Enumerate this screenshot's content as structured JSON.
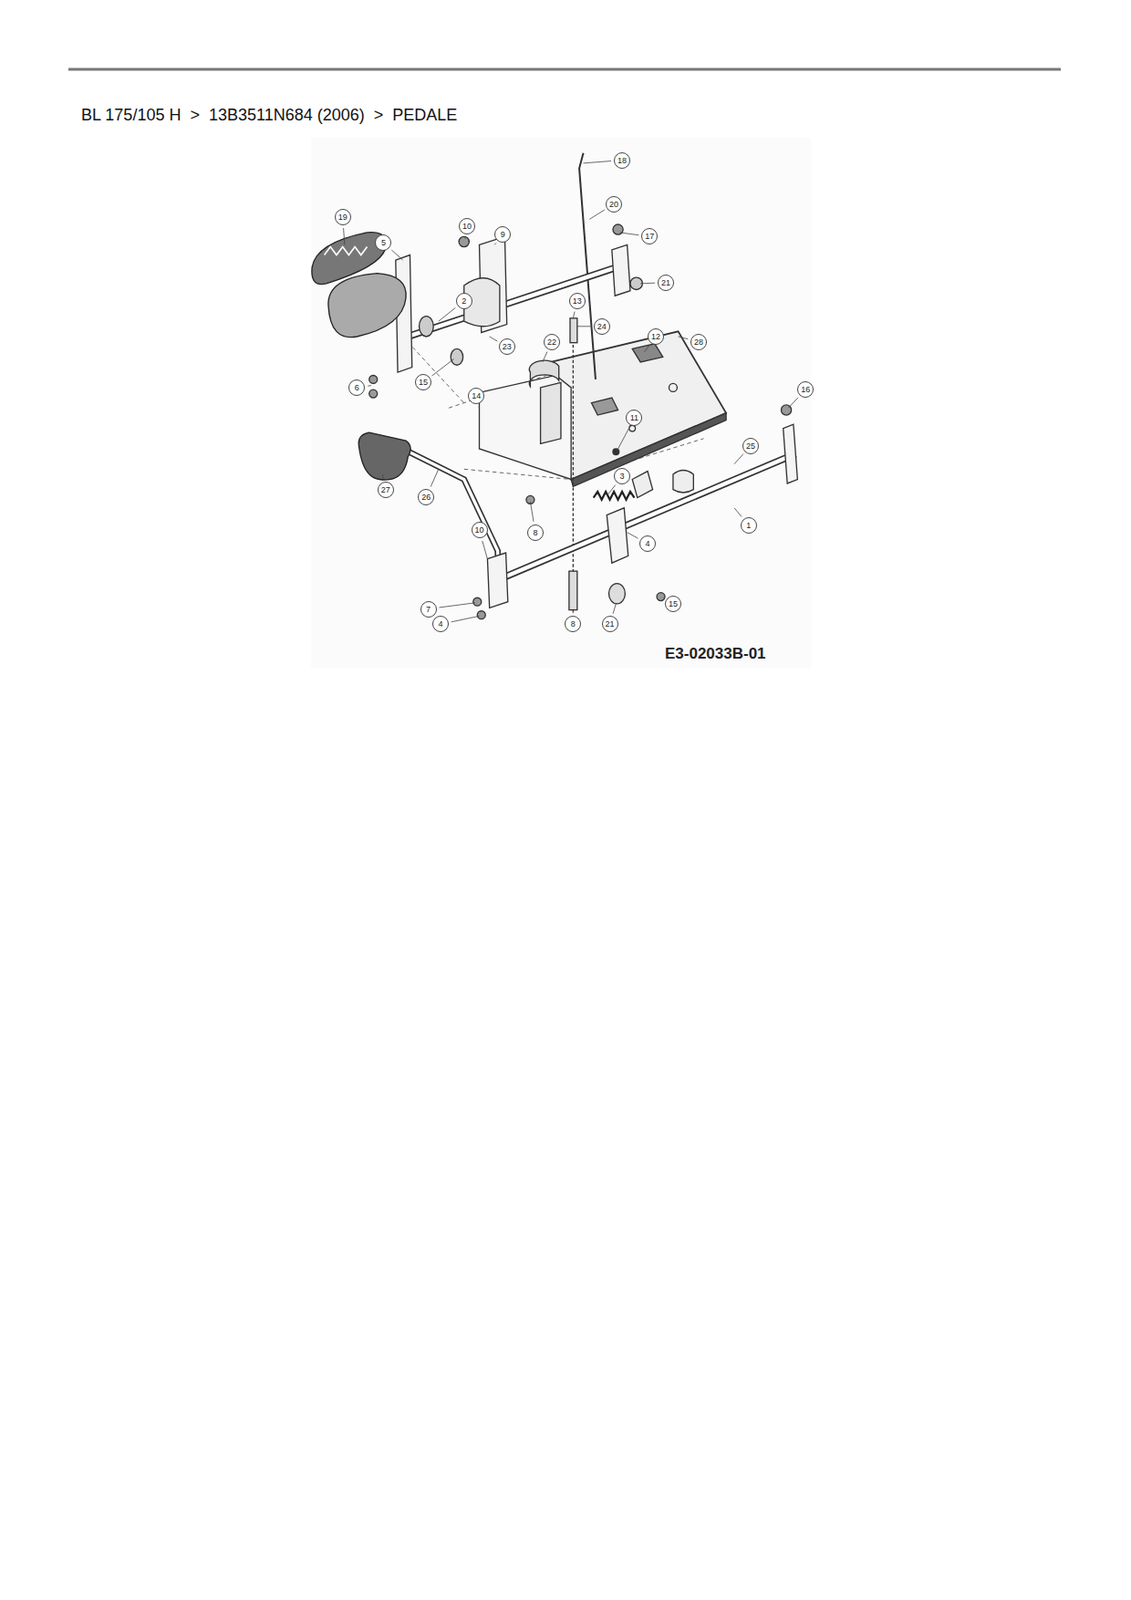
{
  "diagram": {
    "title": "BL 175/105 H  >  13B3511N684 (2006)  >  PEDALE",
    "labels": [
      "18",
      "20",
      "17",
      "19",
      "5",
      "10",
      "9",
      "21",
      "2",
      "23",
      "22",
      "24",
      "13",
      "12",
      "28",
      "6",
      "15",
      "14",
      "11",
      "16",
      "25",
      "3",
      "27",
      "26",
      "1",
      "10",
      "8",
      "4",
      "7",
      "4",
      "8",
      "21",
      "15",
      "E3-02033B-01"
    ]
  }
}
